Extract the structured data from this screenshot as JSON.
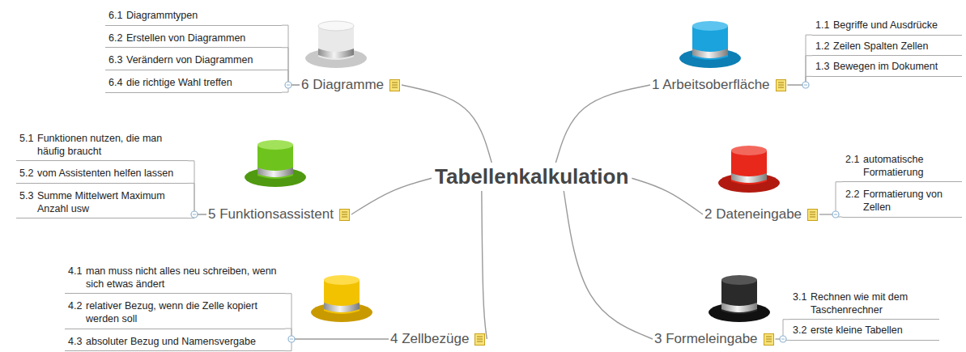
{
  "diagram": {
    "nodes": [
      {
        "text": [
          "Tabellenkalkulation"
        ]
      },
      {
        "text": [
          "1 Arbeitsoberfläche"
        ]
      },
      {
        "text": [
          "1.1",
          "Begriffe und Ausdrücke"
        ]
      },
      {
        "text": [
          "1.2",
          "Zeilen Spalten Zellen"
        ]
      },
      {
        "text": [
          "1.3",
          "Bewegen im Dokument"
        ]
      },
      {
        "text": [
          "2 Dateneingabe"
        ]
      },
      {
        "text": [
          "2.1",
          "automatische Formatierung"
        ]
      },
      {
        "text": [
          "2.2",
          "Formatierung von Zellen"
        ]
      },
      {
        "text": [
          "3 Formeleingabe"
        ]
      },
      {
        "text": [
          "3.1",
          "Rechnen wie mit dem Taschenrechner"
        ]
      },
      {
        "text": [
          "3.2",
          "erste kleine Tabellen"
        ]
      },
      {
        "text": [
          "4 Zellbezüge"
        ]
      },
      {
        "text": [
          "4.1",
          "man muss nicht alles neu schreiben, wenn sich etwas ändert"
        ]
      },
      {
        "text": [
          "4.2",
          "relativer Bezug, wenn die Zelle kopiert werden soll"
        ]
      },
      {
        "text": [
          "4.3",
          "absoluter Bezug und Namensvergabe"
        ]
      },
      {
        "text": [
          "5 Funktionsassistent"
        ]
      },
      {
        "text": [
          "5.1",
          "Funktionen nutzen, die man häufig braucht"
        ]
      },
      {
        "text": [
          "5.2",
          "vom Assistenten helfen lassen"
        ]
      },
      {
        "text": [
          "5.3",
          "Summe Mittelwert Maximum Anzahl usw"
        ]
      },
      {
        "text": [
          "6 Diagramme"
        ]
      },
      {
        "text": [
          "6.1",
          "Diagrammtypen"
        ]
      },
      {
        "text": [
          "6.2",
          "Erstellen von Diagrammen"
        ]
      },
      {
        "text": [
          "6.3",
          "Verändern von Diagrammen"
        ]
      },
      {
        "text": [
          "6.4",
          "die richtige Wahl treffen"
        ]
      }
    ],
    "edges": [
      {
        "from": 0,
        "to": 1,
        "arrow": "none"
      },
      {
        "from": 0,
        "to": 5,
        "arrow": "none"
      },
      {
        "from": 0,
        "to": 8,
        "arrow": "none"
      },
      {
        "from": 0,
        "to": 11,
        "arrow": "none"
      },
      {
        "from": 0,
        "to": 15,
        "arrow": "none"
      },
      {
        "from": 0,
        "to": 19,
        "arrow": "none"
      },
      {
        "from": 1,
        "to": 2,
        "arrow": "none"
      },
      {
        "from": 1,
        "to": 3,
        "arrow": "none"
      },
      {
        "from": 1,
        "to": 4,
        "arrow": "none"
      },
      {
        "from": 5,
        "to": 6,
        "arrow": "none"
      },
      {
        "from": 5,
        "to": 7,
        "arrow": "none"
      },
      {
        "from": 8,
        "to": 9,
        "arrow": "none"
      },
      {
        "from": 8,
        "to": 10,
        "arrow": "none"
      },
      {
        "from": 11,
        "to": 12,
        "arrow": "none"
      },
      {
        "from": 11,
        "to": 13,
        "arrow": "none"
      },
      {
        "from": 11,
        "to": 14,
        "arrow": "none"
      },
      {
        "from": 15,
        "to": 16,
        "arrow": "none"
      },
      {
        "from": 15,
        "to": 17,
        "arrow": "none"
      },
      {
        "from": 15,
        "to": 18,
        "arrow": "none"
      },
      {
        "from": 19,
        "to": 20,
        "arrow": "none"
      },
      {
        "from": 19,
        "to": 21,
        "arrow": "none"
      },
      {
        "from": 19,
        "to": 22,
        "arrow": "none"
      },
      {
        "from": 19,
        "to": 23,
        "arrow": "none"
      }
    ]
  }
}
